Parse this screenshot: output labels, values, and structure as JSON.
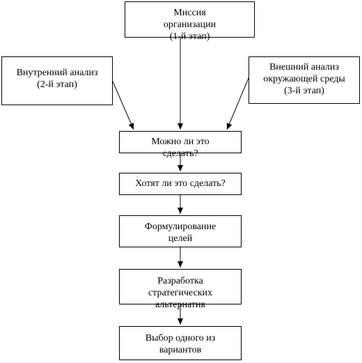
{
  "diagram": {
    "nodes": {
      "mission": {
        "lines": [
          "Миссия",
          "организации",
          "(1-й этап)"
        ]
      },
      "internal": {
        "lines": [
          "Внутренний анализ",
          "(2-й этап)"
        ]
      },
      "external": {
        "lines": [
          "Внешний анализ",
          "окружающей среды",
          "(3-й этап)"
        ]
      },
      "can": {
        "lines": [
          "Можно ли это",
          "сделать?"
        ]
      },
      "want": {
        "lines": [
          "Хотят ли это сделать?"
        ]
      },
      "goals": {
        "lines": [
          "Формулирование",
          "целей"
        ]
      },
      "develop": {
        "lines": [
          "Разработка",
          "стратегических",
          "альтернатив"
        ]
      },
      "choice": {
        "lines": [
          "Выбор одного из",
          "вариантов"
        ]
      }
    },
    "edges": [
      [
        "mission",
        "can"
      ],
      [
        "internal",
        "can"
      ],
      [
        "external",
        "can"
      ],
      [
        "can",
        "want"
      ],
      [
        "want",
        "goals"
      ],
      [
        "goals",
        "develop"
      ],
      [
        "develop",
        "choice"
      ]
    ]
  }
}
